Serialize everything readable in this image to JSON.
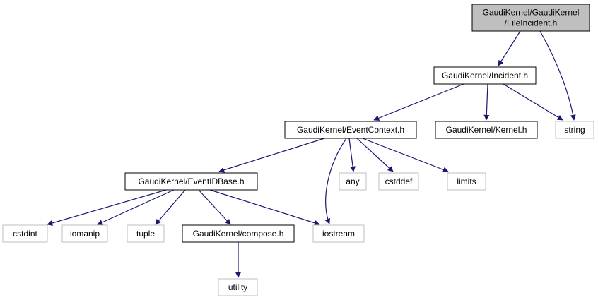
{
  "colors": {
    "edge": "#191970",
    "root_fill": "#bfbfbf",
    "root_stroke": "#000000",
    "internal_stroke": "#000000",
    "external_stroke": "#bfbfbf",
    "fill": "#ffffff"
  },
  "nodes": [
    {
      "id": "fileincident",
      "kind": "root",
      "lines": [
        "GaudiKernel/GaudiKernel",
        "/FileIncident.h"
      ]
    },
    {
      "id": "incident",
      "kind": "internal",
      "lines": [
        "GaudiKernel/Incident.h"
      ]
    },
    {
      "id": "string",
      "kind": "external",
      "lines": [
        "string"
      ]
    },
    {
      "id": "eventcontext",
      "kind": "internal",
      "lines": [
        "GaudiKernel/EventContext.h"
      ]
    },
    {
      "id": "kernel",
      "kind": "internal",
      "lines": [
        "GaudiKernel/Kernel.h"
      ]
    },
    {
      "id": "eventidbase",
      "kind": "internal",
      "lines": [
        "GaudiKernel/EventIDBase.h"
      ]
    },
    {
      "id": "any",
      "kind": "external",
      "lines": [
        "any"
      ]
    },
    {
      "id": "cstddef",
      "kind": "external",
      "lines": [
        "cstddef"
      ]
    },
    {
      "id": "limits",
      "kind": "external",
      "lines": [
        "limits"
      ]
    },
    {
      "id": "cstdint",
      "kind": "external",
      "lines": [
        "cstdint"
      ]
    },
    {
      "id": "iomanip",
      "kind": "external",
      "lines": [
        "iomanip"
      ]
    },
    {
      "id": "tuple",
      "kind": "external",
      "lines": [
        "tuple"
      ]
    },
    {
      "id": "compose",
      "kind": "internal",
      "lines": [
        "GaudiKernel/compose.h"
      ]
    },
    {
      "id": "iostream",
      "kind": "external",
      "lines": [
        "iostream"
      ]
    },
    {
      "id": "utility",
      "kind": "external",
      "lines": [
        "utility"
      ]
    }
  ],
  "edges": [
    {
      "from": "fileincident",
      "to": "incident"
    },
    {
      "from": "fileincident",
      "to": "string"
    },
    {
      "from": "incident",
      "to": "eventcontext"
    },
    {
      "from": "incident",
      "to": "kernel"
    },
    {
      "from": "incident",
      "to": "string"
    },
    {
      "from": "eventcontext",
      "to": "eventidbase"
    },
    {
      "from": "eventcontext",
      "to": "iostream"
    },
    {
      "from": "eventcontext",
      "to": "any"
    },
    {
      "from": "eventcontext",
      "to": "cstddef"
    },
    {
      "from": "eventcontext",
      "to": "limits"
    },
    {
      "from": "eventidbase",
      "to": "cstdint"
    },
    {
      "from": "eventidbase",
      "to": "iomanip"
    },
    {
      "from": "eventidbase",
      "to": "tuple"
    },
    {
      "from": "eventidbase",
      "to": "compose"
    },
    {
      "from": "eventidbase",
      "to": "iostream"
    },
    {
      "from": "compose",
      "to": "utility"
    }
  ]
}
